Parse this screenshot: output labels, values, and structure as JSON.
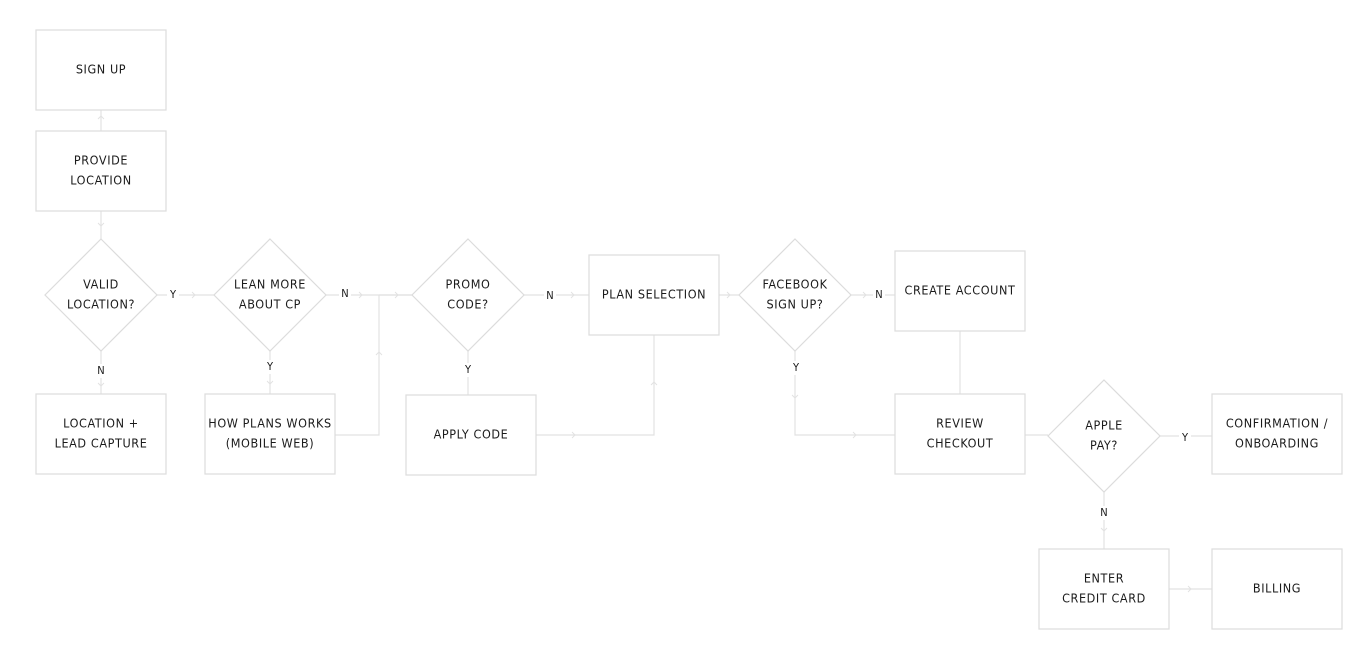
{
  "nodes": {
    "sign_up": [
      "SIGN UP"
    ],
    "provide_location": [
      "PROVIDE",
      "LOCATION"
    ],
    "valid_location": [
      "VALID",
      "LOCATION?"
    ],
    "location_lead_capture": [
      "LOCATION +",
      "LEAD CAPTURE"
    ],
    "learn_more": [
      "LEAN MORE",
      "ABOUT CP"
    ],
    "how_plans_works": [
      "HOW PLANS WORKS",
      "(MOBILE WEB)"
    ],
    "promo_code": [
      "PROMO",
      "CODE?"
    ],
    "apply_code": [
      "APPLY CODE"
    ],
    "plan_selection": [
      "PLAN SELECTION"
    ],
    "facebook_sign_up": [
      "FACEBOOK",
      "SIGN UP?"
    ],
    "create_account": [
      "CREATE ACCOUNT"
    ],
    "review_checkout": [
      "REVIEW",
      "CHECKOUT"
    ],
    "apple_pay": [
      "APPLE",
      "PAY?"
    ],
    "confirmation_onboarding": [
      "CONFIRMATION /",
      "ONBOARDING"
    ],
    "enter_credit_card": [
      "ENTER",
      "CREDIT CARD"
    ],
    "billing": [
      "BILLING"
    ]
  },
  "edge_labels": {
    "valid_yes": "Y",
    "valid_no": "N",
    "learn_no": "N",
    "learn_yes": "Y",
    "promo_no": "N",
    "promo_yes": "Y",
    "facebook_no": "N",
    "facebook_yes": "Y",
    "apple_yes": "Y",
    "apple_no": "N"
  }
}
